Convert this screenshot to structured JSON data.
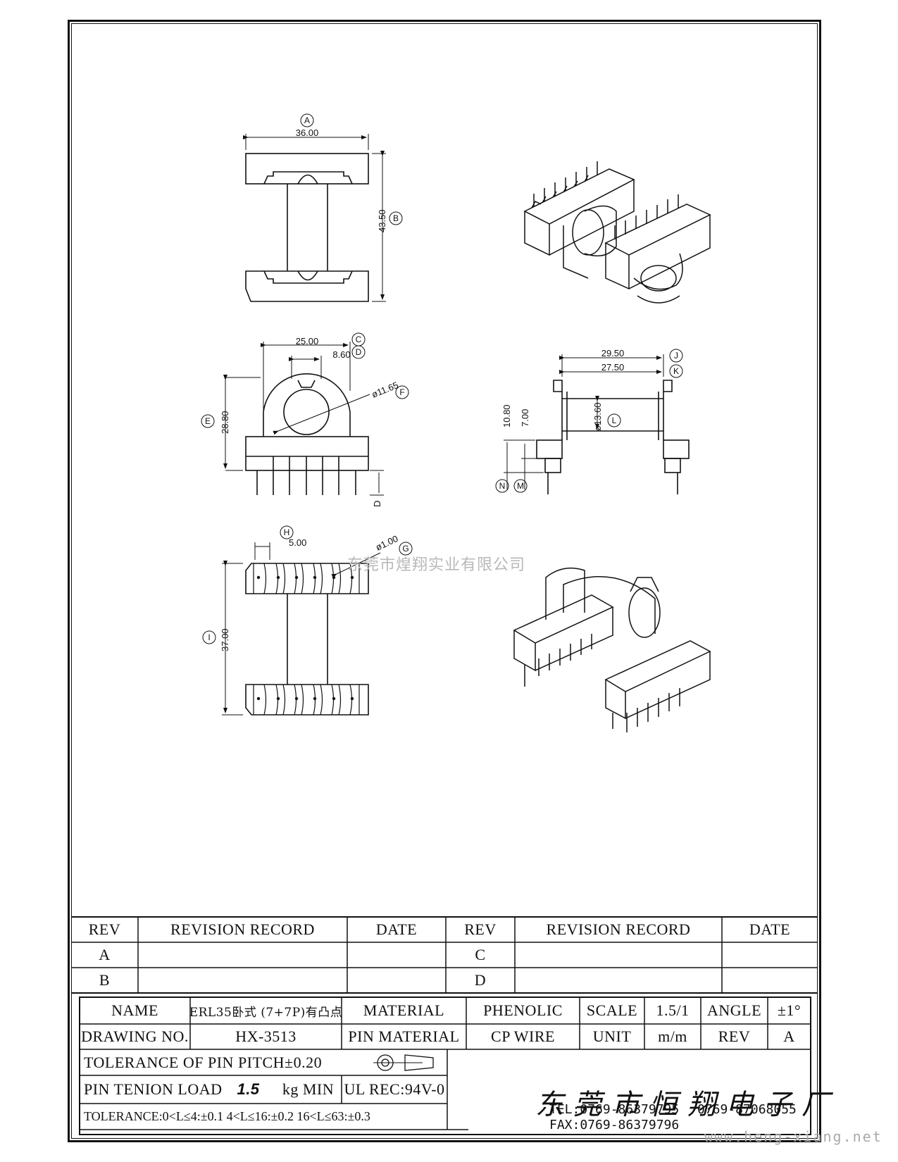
{
  "watermark": "东莞市煌翔实业有限公司",
  "website": "www.heng-xiang.net",
  "dims": {
    "A": {
      "label": "A",
      "value": "36.00"
    },
    "B": {
      "label": "B",
      "value": "43.50"
    },
    "C": {
      "label": "C",
      "value": "25.00"
    },
    "D": {
      "label": "D",
      "value": "8.60"
    },
    "E": {
      "label": "E",
      "value": "28.80"
    },
    "F": {
      "label": "F",
      "value": "ø11.65"
    },
    "G": {
      "label": "G",
      "value": "ø1.00"
    },
    "H": {
      "label": "H",
      "value": "5.00"
    },
    "I": {
      "label": "I",
      "value": "37.00"
    },
    "J": {
      "label": "J",
      "value": "29.50"
    },
    "K": {
      "label": "K",
      "value": "27.50"
    },
    "L": {
      "label": "L",
      "value": "ø13.60"
    },
    "M": {
      "label": "M",
      "value": "7.00"
    },
    "N": {
      "label": "N",
      "value": "10.80"
    },
    "Dpin": {
      "label": "D"
    }
  },
  "revision": {
    "headers": {
      "rev": "REV",
      "record": "REVISION RECORD",
      "date": "DATE"
    },
    "rows_left": [
      "A",
      "B"
    ],
    "rows_right": [
      "C",
      "D"
    ]
  },
  "title_block": {
    "name_label": "NAME",
    "name_value": "ERL35卧式 (7+7P)有凸点",
    "material_label": "MATERIAL",
    "material_value": "PHENOLIC",
    "scale_label": "SCALE",
    "scale_value": "1.5/1",
    "angle_label": "ANGLE",
    "angle_value": "±1°",
    "drawing_no_label": "DRAWING NO.",
    "drawing_no_value": "HX-3513",
    "pin_material_label": "PIN MATERIAL",
    "pin_material_value": "CP WIRE",
    "unit_label": "UNIT",
    "unit_value": "m/m",
    "rev_label": "REV",
    "rev_value": "A",
    "tol_pitch": "TOLERANCE OF PIN PITCH±0.20",
    "pin_tension_label": "PIN TENION LOAD",
    "pin_tension_value": "1.5",
    "pin_tension_unit": "kg MIN",
    "ul_rec": "UL REC:94V-0",
    "tolerance_line": "TOLERANCE:0<L≤4:±0.1  4<L≤16:±0.2  16<L≤63:±0.3",
    "company": "东莞市恒翔电子厂",
    "tel": "TEL:0769-86379795",
    "tel2": "0769-87068055",
    "fax": "FAX:0769-86379796"
  }
}
